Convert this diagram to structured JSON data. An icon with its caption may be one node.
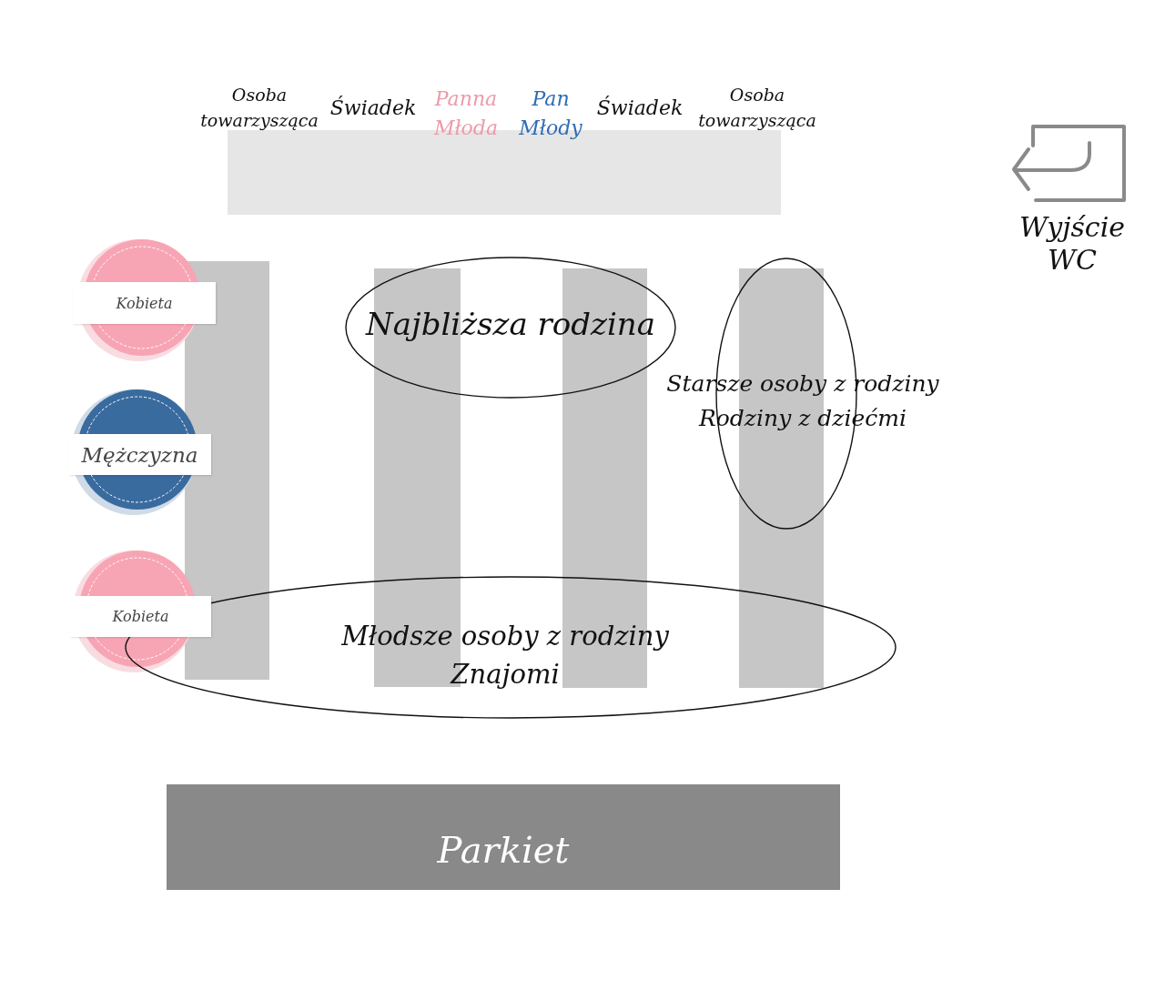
{
  "diagram": {
    "nodes": [
      {
        "text": [
          "Osoba towarzysząca",
          "Świadek",
          "Panna Młoda",
          "Pan Młody",
          "Świadek",
          "Osoba towarzysząca"
        ]
      },
      {
        "text": [
          "Kobieta"
        ]
      },
      {
        "text": [],
        "shape": "bar"
      },
      {
        "text": [],
        "shape": "bar"
      },
      {
        "text": [],
        "shape": "bar"
      },
      {
        "text": [
          "Starsze osoby z rodziny",
          "Rodziny z dziećmi"
        ]
      },
      {
        "text": [
          "Najbliższa rodzina"
        ]
      },
      {
        "text": [],
        "shape": "ellipse"
      },
      {
        "text": [
          "Mężczyzna"
        ]
      },
      {
        "text": [
          "Kobieta"
        ]
      },
      {
        "text": [
          "Młodsze osoby z rodziny",
          "Znajomi"
        ]
      },
      {
        "text": [
          "Parkiet"
        ]
      }
    ],
    "labels": [
      "Wyjście WC"
    ]
  }
}
